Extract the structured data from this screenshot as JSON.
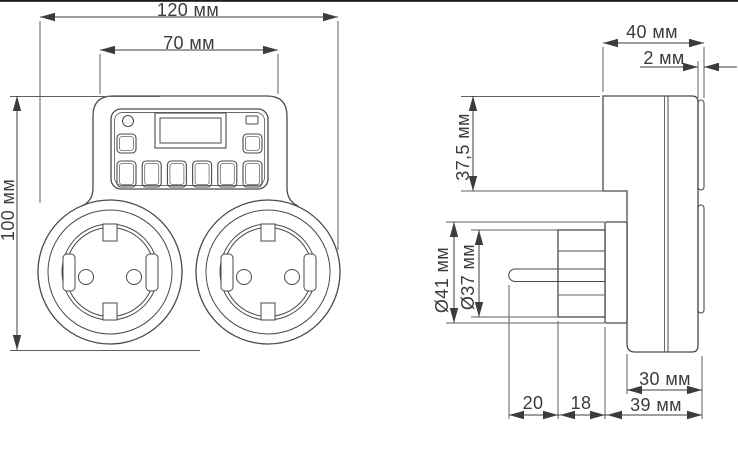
{
  "drawing": {
    "kind": "technical dimensional drawing",
    "subject": "plug-in timer with two sockets, front and side views",
    "views": [
      "front",
      "side"
    ]
  },
  "dimensions": {
    "front_width": "120 мм",
    "panel_width": "70 мм",
    "front_height": "100 мм",
    "side_depth": "40 мм",
    "rim_depth": "2 мм",
    "upper_section_height": "37,5 мм",
    "flange_diameter": "Ø41 мм",
    "barrel_diameter": "Ø37 мм",
    "pin_length": "20",
    "barrel_length": "18",
    "lower_depth": "30 мм",
    "total_depth": "39 мм"
  },
  "colors": {
    "outline": "#4a4a4a",
    "light_line": "#8a8a8a",
    "dimension": "#3c3c3c",
    "top_border": "#1a1a1a",
    "background": "#ffffff"
  }
}
